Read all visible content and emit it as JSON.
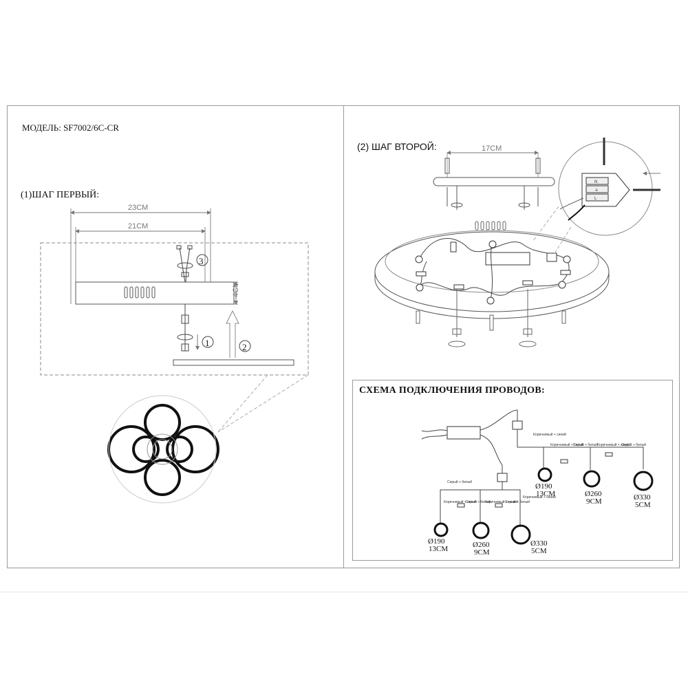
{
  "header": {
    "model": "МОДЕЛЬ: SF7002/6C-CR"
  },
  "step1": {
    "title": "(1)ШАГ ПЕРВЫЙ:",
    "dim_outer": "23CM",
    "dim_inner": "21CM",
    "dim_height": "4CM",
    "callouts": [
      "3",
      "1",
      "2"
    ]
  },
  "step2": {
    "title": "(2) ШАГ ВТОРОЙ:",
    "dim_bracket": "17CM"
  },
  "wiring": {
    "title": "СХЕМА ПОДКЛЮЧЕНИЯ ПРОВОДОВ:",
    "wire_brown_blue": "Коричневый + синий",
    "wire_grey_white": "Серый + белый",
    "upper_branch_label": "Коричневый + синий",
    "lower_branch_label": "Коричневый + синий",
    "rings_top": [
      {
        "diameter": "Ø190",
        "height": "13CM"
      },
      {
        "diameter": "Ø260",
        "height": "9CM"
      },
      {
        "diameter": "Ø330",
        "height": "5CM"
      }
    ],
    "rings_bottom": [
      {
        "diameter": "Ø190",
        "height": "13CM"
      },
      {
        "diameter": "Ø260",
        "height": "9CM"
      },
      {
        "diameter": "Ø330",
        "height": "5CM"
      }
    ]
  },
  "terminal": {
    "labels": [
      "N",
      "⏚",
      "L"
    ]
  }
}
